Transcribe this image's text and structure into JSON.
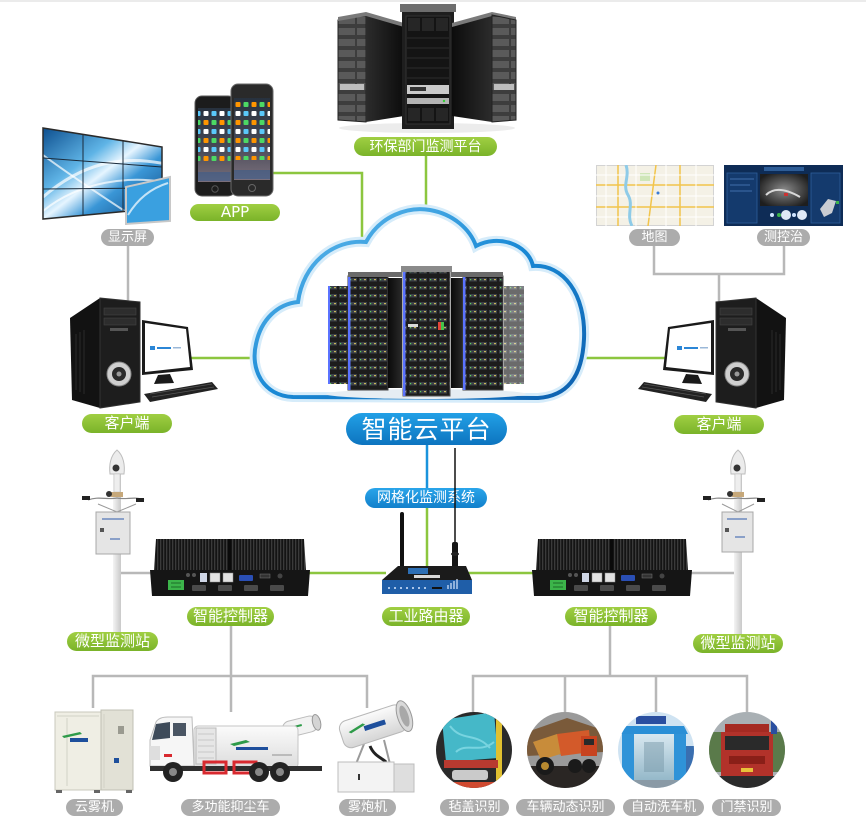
{
  "nodes": {
    "env_platform": {
      "label": "环保部门监测平台",
      "icon": "server-racks"
    },
    "app": {
      "label": "APP",
      "icon": "smartphones"
    },
    "display": {
      "label": "显示屏",
      "icon": "video-wall"
    },
    "map": {
      "label": "地图",
      "icon": "map-screenshot"
    },
    "control": {
      "label": "测控治",
      "icon": "control-dashboard"
    },
    "client_left": {
      "label": "客户端",
      "icon": "desktop-pc"
    },
    "client_right": {
      "label": "客户端",
      "icon": "desktop-pc"
    },
    "cloud": {
      "label": "智能云平台",
      "icon": "cloud-servers"
    },
    "grid": {
      "label": "网格化监测系统"
    },
    "router": {
      "label": "工业路由器",
      "icon": "industrial-router"
    },
    "controller_left": {
      "label": "智能控制器",
      "icon": "fanless-controller"
    },
    "controller_right": {
      "label": "智能控制器",
      "icon": "fanless-controller"
    },
    "station_left": {
      "label": "微型监测站",
      "icon": "monitoring-pole"
    },
    "station_right": {
      "label": "微型监测站",
      "icon": "monitoring-pole"
    }
  },
  "devices_left": [
    {
      "label": "云雾机",
      "icon": "fog-cabinet"
    },
    {
      "label": "多功能抑尘车",
      "icon": "dust-suppression-truck"
    },
    {
      "label": "雾炮机",
      "icon": "fog-cannon"
    }
  ],
  "devices_right": [
    {
      "label": "毡盖识别",
      "icon": "tarp-cover-photo"
    },
    {
      "label": "车辆动态识别",
      "icon": "vehicle-dynamics-photo"
    },
    {
      "label": "自动洗车机",
      "icon": "car-wash-photo"
    },
    {
      "label": "门禁识别",
      "icon": "gate-access-photo"
    }
  ],
  "connections": [
    {
      "from": "app",
      "to": "cloud"
    },
    {
      "from": "env_platform",
      "to": "cloud"
    },
    {
      "from": "client_left",
      "to": "cloud"
    },
    {
      "from": "client_right",
      "to": "cloud"
    },
    {
      "from": "display",
      "to": "client_left"
    },
    {
      "from": "map",
      "to": "client_right"
    },
    {
      "from": "control",
      "to": "client_right"
    },
    {
      "from": "cloud",
      "to": "grid"
    },
    {
      "from": "grid",
      "to": "router"
    },
    {
      "from": "router",
      "to": "controller_left"
    },
    {
      "from": "router",
      "to": "controller_right"
    },
    {
      "from": "station_left",
      "to": "controller_left"
    },
    {
      "from": "station_right",
      "to": "controller_right"
    },
    {
      "from": "controller_left",
      "to": "devices_left"
    },
    {
      "from": "controller_right",
      "to": "devices_right"
    }
  ],
  "colors": {
    "green_label": "#8cc63f",
    "blue_label": "#1a8fd6",
    "gray_label": "#acacac",
    "green_line": "#8cc63f",
    "blue_line": "#1a93dc",
    "gray_line": "#b8b8b8"
  }
}
